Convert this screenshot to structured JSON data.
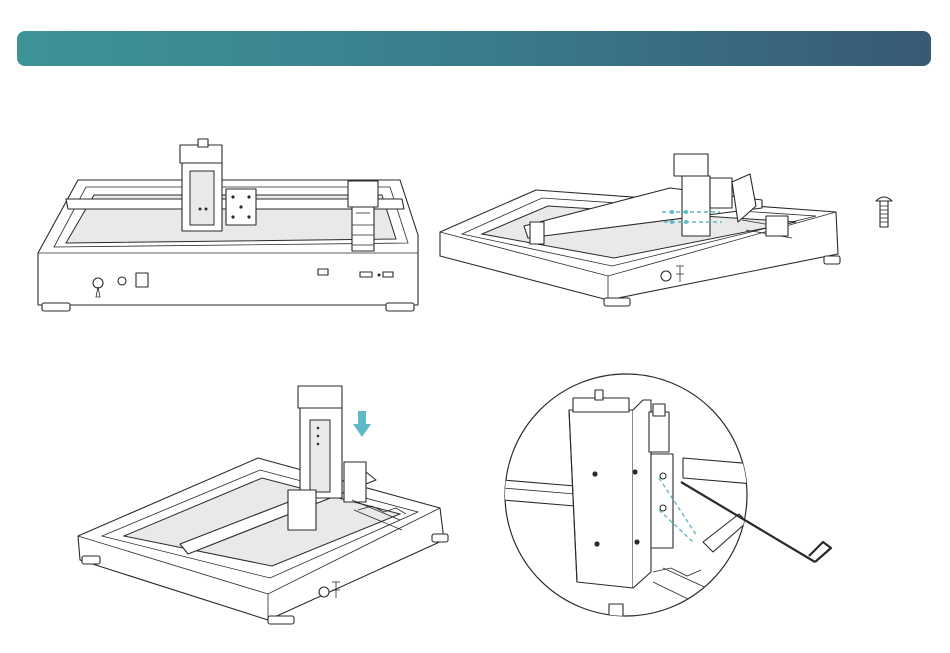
{
  "header": {
    "title": "",
    "gradient_start": "#3d9497",
    "gradient_end": "#385a74"
  },
  "steps": [
    {
      "illustration": "machine-frame-overview"
    },
    {
      "illustration": "laser-mount-screw-alignment"
    },
    {
      "illustration": "laser-module-insert-arrow"
    },
    {
      "illustration": "hex-key-tighten-closeup"
    }
  ],
  "icons": {
    "screw": "screw-icon",
    "arrow": "down-arrow-icon",
    "hex_key": "hex-key-icon"
  },
  "accent_color": "#5fb9c6"
}
